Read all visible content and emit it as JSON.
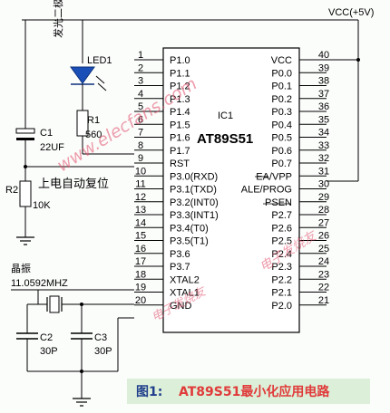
{
  "ic": {
    "designator": "IC1",
    "part": "AT89S51"
  },
  "left_pins": [
    {
      "num": "1",
      "name": "P1.0"
    },
    {
      "num": "2",
      "name": "P1.1"
    },
    {
      "num": "3",
      "name": "P1.2"
    },
    {
      "num": "4",
      "name": "P1.3"
    },
    {
      "num": "5",
      "name": "P1.4"
    },
    {
      "num": "6",
      "name": "P1.5"
    },
    {
      "num": "7",
      "name": "P1.6"
    },
    {
      "num": "8",
      "name": "P1.7"
    },
    {
      "num": "9",
      "name": "RST"
    },
    {
      "num": "10",
      "name": "P3.0(RXD)"
    },
    {
      "num": "11",
      "name": "P3.1(TXD)"
    },
    {
      "num": "12",
      "name": "P3.2(INT0)"
    },
    {
      "num": "13",
      "name": "P3.3(INT1)"
    },
    {
      "num": "14",
      "name": "P3.4(T0)"
    },
    {
      "num": "15",
      "name": "P3.5(T1)"
    },
    {
      "num": "16",
      "name": "P3.6"
    },
    {
      "num": "17",
      "name": "P3.7"
    },
    {
      "num": "18",
      "name": "XTAL2"
    },
    {
      "num": "19",
      "name": "XTAL1"
    },
    {
      "num": "20",
      "name": "GND"
    }
  ],
  "right_pins": [
    {
      "num": "40",
      "name": "VCC"
    },
    {
      "num": "39",
      "name": "P0.0"
    },
    {
      "num": "38",
      "name": "P0.1"
    },
    {
      "num": "37",
      "name": "P0.2"
    },
    {
      "num": "36",
      "name": "P0.3"
    },
    {
      "num": "35",
      "name": "P0.4"
    },
    {
      "num": "34",
      "name": "P0.5"
    },
    {
      "num": "33",
      "name": "P0.6"
    },
    {
      "num": "32",
      "name": "P0.7"
    },
    {
      "num": "31",
      "name": "EA/VPP"
    },
    {
      "num": "30",
      "name": "ALE/PROG"
    },
    {
      "num": "29",
      "name": "PSEN"
    },
    {
      "num": "28",
      "name": "P2.7"
    },
    {
      "num": "27",
      "name": "P2.6"
    },
    {
      "num": "26",
      "name": "P2.5"
    },
    {
      "num": "25",
      "name": "P2.4"
    },
    {
      "num": "24",
      "name": "P2.3"
    },
    {
      "num": "23",
      "name": "P2.2"
    },
    {
      "num": "22",
      "name": "P2.1"
    },
    {
      "num": "21",
      "name": "P2.0"
    }
  ],
  "labels": {
    "vcc": "VCC(+5V)",
    "led": "LED1",
    "led_cn": "发光二极管",
    "r1": "R1",
    "r1_value": "560",
    "c1": "C1",
    "c1_value": "22UF",
    "r2": "R2",
    "r2_value": "10K",
    "reset_cn": "上电自动复位",
    "crystal_cn": "晶振",
    "crystal_freq": "11.0592MHZ",
    "c2": "C2",
    "c2_value": "30P",
    "c3": "C3",
    "c3_value": "30P",
    "watermark": "www.elecfans.com",
    "watermark_small": "电子发烧友"
  },
  "caption": {
    "prefix": "图1:",
    "text": "AT89S51最小化应用电路"
  }
}
